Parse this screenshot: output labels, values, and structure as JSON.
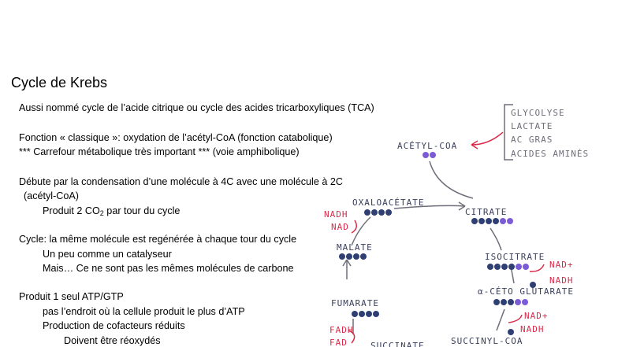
{
  "slide": {
    "title": "Cycle de Krebs",
    "text_lines": [
      "Aussi nommé cycle de l’acide citrique ou cycle des acides tricarboxyliques (TCA)",
      "Fonction « classique »: oxydation de l’acétyl-CoA (fonction catabolique)",
      "*** Carrefour métabolique très important *** (voie amphibolique)",
      "Débute par la condensation d’une molécule à 4C avec une molécule à 2C",
      "(acétyl-CoA)",
      "Cycle: la même molécule est regénérée à chaque tour du cycle",
      "Un peu comme un catalyseur",
      "Mais… Ce ne sont pas les mêmes molécules de carbone",
      "Produit 1 seul ATP/GTP",
      "pas l’endroit où la cellule produit le plus d’ATP",
      "Production de cofacteurs réduits",
      "Doivent être réoxydés"
    ],
    "produit_line": {
      "before": "Produit 2 CO",
      "sub": "2",
      "after": " par tour du cycle"
    }
  },
  "diagram": {
    "sources": [
      "GLYCOLYSE",
      "LACTATE",
      "AC GRAS",
      "ACIDES AMINÉS"
    ],
    "acetyl_label": "ACÉTYL-COA",
    "metabolites": {
      "oxaloacetate": "OXALOACÉTATE",
      "citrate": "CITRATE",
      "isocitrate": "ISOCITRATE",
      "akg": "α-CÉTO GLUTARATE",
      "succinyl": "SUCCINYL-COA",
      "succinate": "SUCCINATE",
      "fumarate": "FUMARATE",
      "malate": "MALATE"
    },
    "cofactors": {
      "nadh": "NADH",
      "nad": "NAD",
      "nad_plus": "NAD+",
      "fadh": "FADH",
      "fad": "FAD"
    },
    "colors": {
      "navy": "#2f3f73",
      "purple": "#7b5bd6",
      "red": "#d92b4a",
      "arrow": "#6e6e7a"
    }
  }
}
